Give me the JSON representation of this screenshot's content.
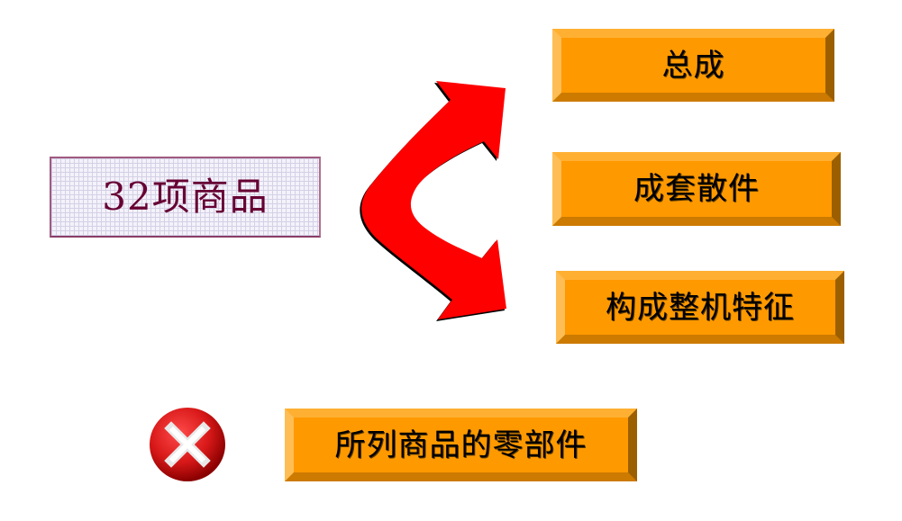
{
  "source": {
    "label": "32项商品"
  },
  "targets": [
    {
      "label": "总成"
    },
    {
      "label": "成套散件"
    },
    {
      "label": "构成整机特征"
    }
  ],
  "excluded": {
    "label": "所列商品的零部件",
    "icon": "x-circle-icon"
  },
  "connector": {
    "icon": "split-arrow-icon",
    "color": "#ff0000"
  },
  "colors": {
    "box_fill": "#ff9900",
    "source_text": "#660033",
    "source_border": "#a05a80",
    "x_icon": "#d01818"
  }
}
